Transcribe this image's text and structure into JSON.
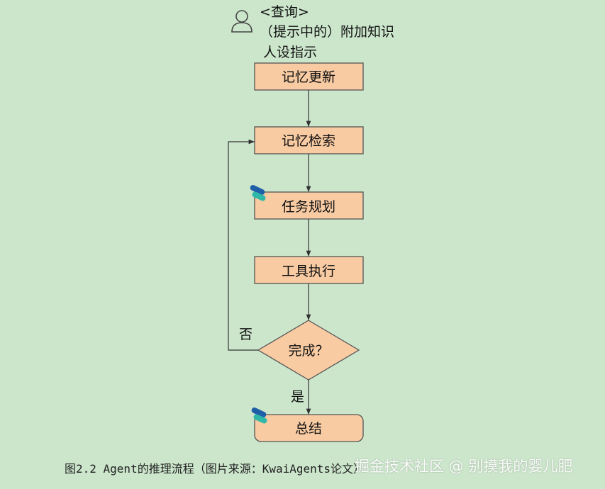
{
  "inputs": {
    "query": "<查询>",
    "prompt_knowledge": "（提示中的）附加知识",
    "persona": "人设指示"
  },
  "nodes": {
    "memory_update": "记忆更新",
    "memory_retrieval": "记忆检索",
    "task_planning": "任务规划",
    "tool_execution": "工具执行",
    "done_check": "完成？",
    "summary": "总结"
  },
  "edges": {
    "no_label": "否",
    "yes_label": "是"
  },
  "caption": "图2.2  Agent的推理流程（图片来源：KwaiAgents论文）",
  "watermark": "掘金技术社区 @ 别摸我的婴儿肥",
  "colors": {
    "background": "#cce6cc",
    "box_fill": "#f8cba3",
    "box_stroke": "#555555",
    "edge": "#333333",
    "logo_dark": "#1f5fa8",
    "logo_light": "#2fb8a8"
  },
  "icons": {
    "user": "user-icon",
    "logo": "kwaiagents-logo-icon"
  }
}
